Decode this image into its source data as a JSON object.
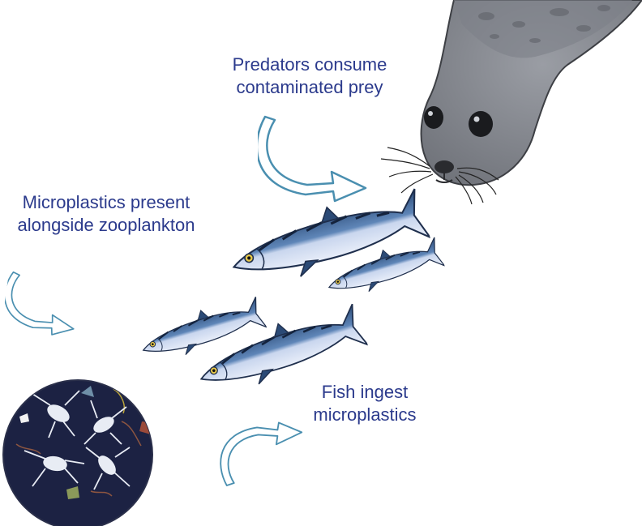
{
  "labels": {
    "predators": {
      "line1": "Predators consume",
      "line2": "contaminated prey"
    },
    "microplastics": {
      "line1": "Microplastics present",
      "line2": "alongside zooplankton"
    },
    "fish": {
      "line1": "Fish ingest",
      "line2": "microplastics"
    }
  },
  "colors": {
    "text": "#2b3a8c",
    "arrow_outline": "#4a8fb0",
    "seal_body": "#8c8f96",
    "fish_back": "#2e4f7a",
    "fish_belly": "#dfe6f5",
    "plankton_bg": "#1c2243"
  },
  "icons": {
    "predator": "seal-icon",
    "prey": "mackerel-icon",
    "plankton": "zooplankton-microplastic-sample-icon",
    "arrows": "curved-arrow-icon"
  }
}
